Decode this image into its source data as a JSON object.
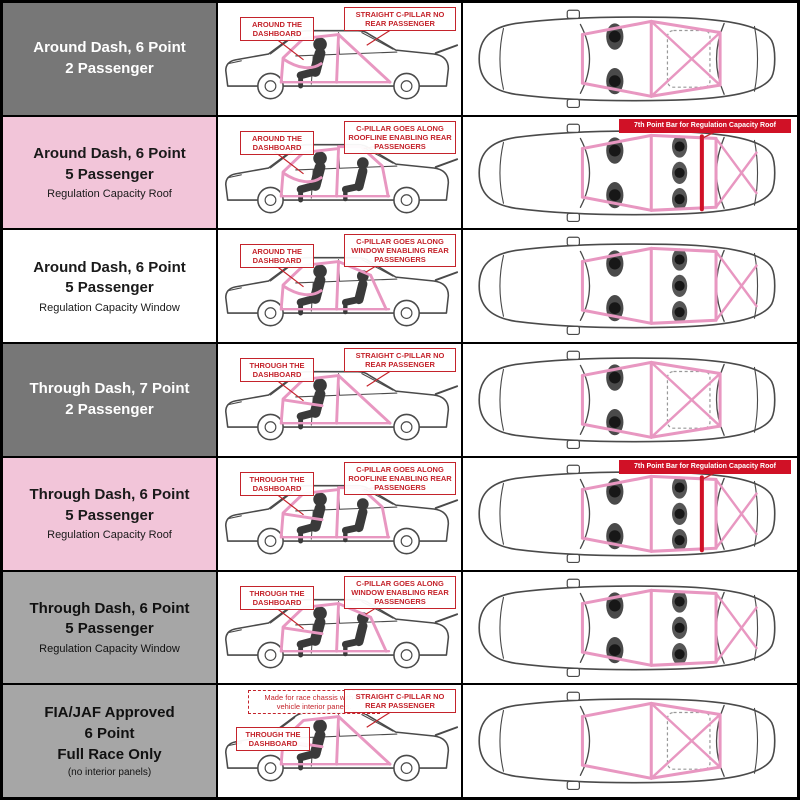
{
  "colors": {
    "cage": "#e897c1",
    "callout_red": "#c4232b",
    "bar_red": "#d01126",
    "row_dark": "#777777",
    "row_pink": "#f2c5d9",
    "row_gray": "#a6a6a6"
  },
  "rows": [
    {
      "title1": "Around Dash, 6 Point",
      "title2": "2 Passenger",
      "callout_dash": "AROUND THE DASHBOARD",
      "callout_cpillar": "STRAIGHT C-PILLAR NO REAR PASSENGER",
      "diagram": {
        "dash": "around",
        "cpillar": "straight",
        "passengers": 2,
        "seventh": false,
        "race": false
      }
    },
    {
      "title1": "Around Dash, 6 Point",
      "title2": "5 Passenger",
      "subtitle": "Regulation Capacity Roof",
      "callout_dash": "AROUND THE DASHBOARD",
      "callout_cpillar": "C-PILLAR GOES ALONG ROOFLINE ENABLING REAR PASSENGERS",
      "callout_top": "7th Point Bar for Regulation Capacity Roof",
      "diagram": {
        "dash": "around",
        "cpillar": "roofline",
        "passengers": 5,
        "seventh": true,
        "race": false
      }
    },
    {
      "title1": "Around Dash, 6 Point",
      "title2": "5 Passenger",
      "subtitle": "Regulation Capacity Window",
      "callout_dash": "AROUND THE DASHBOARD",
      "callout_cpillar": "C-PILLAR GOES ALONG WINDOW ENABLING REAR PASSENGERS",
      "diagram": {
        "dash": "around",
        "cpillar": "window",
        "passengers": 5,
        "seventh": false,
        "race": false
      }
    },
    {
      "title1": "Through Dash, 7 Point",
      "title2": "2 Passenger",
      "callout_dash": "THROUGH THE DASHBOARD",
      "callout_cpillar": "STRAIGHT C-PILLAR NO REAR PASSENGER",
      "diagram": {
        "dash": "through",
        "cpillar": "straight",
        "passengers": 2,
        "seventh": false,
        "race": false
      }
    },
    {
      "title1": "Through Dash, 6 Point",
      "title2": "5 Passenger",
      "subtitle": "Regulation Capacity Roof",
      "callout_dash": "THROUGH THE DASHBOARD",
      "callout_cpillar": "C-PILLAR GOES ALONG ROOFLINE ENABLING REAR PASSENGERS",
      "callout_top": "7th Point Bar for Regulation Capacity Roof",
      "diagram": {
        "dash": "through",
        "cpillar": "roofline",
        "passengers": 5,
        "seventh": true,
        "race": false
      }
    },
    {
      "title1": "Through Dash, 6 Point",
      "title2": "5 Passenger",
      "subtitle": "Regulation Capacity Window",
      "callout_dash": "THROUGH THE DASHBOARD",
      "callout_cpillar": "C-PILLAR GOES ALONG WINDOW ENABLING REAR PASSENGERS",
      "diagram": {
        "dash": "through",
        "cpillar": "window",
        "passengers": 5,
        "seventh": false,
        "race": false
      }
    },
    {
      "title1": "FIA/JAF Approved",
      "title2": "6 Point",
      "title3": "Full Race Only",
      "note": "(no interior panels)",
      "callout_race": "Made for race chassis with no vehicle interior panels.",
      "callout_dash": "THROUGH THE DASHBOARD",
      "callout_cpillar": "STRAIGHT C-PILLAR NO REAR PASSENGER",
      "diagram": {
        "dash": "through",
        "cpillar": "straight",
        "passengers": 1,
        "seventh": false,
        "race": true
      }
    }
  ]
}
